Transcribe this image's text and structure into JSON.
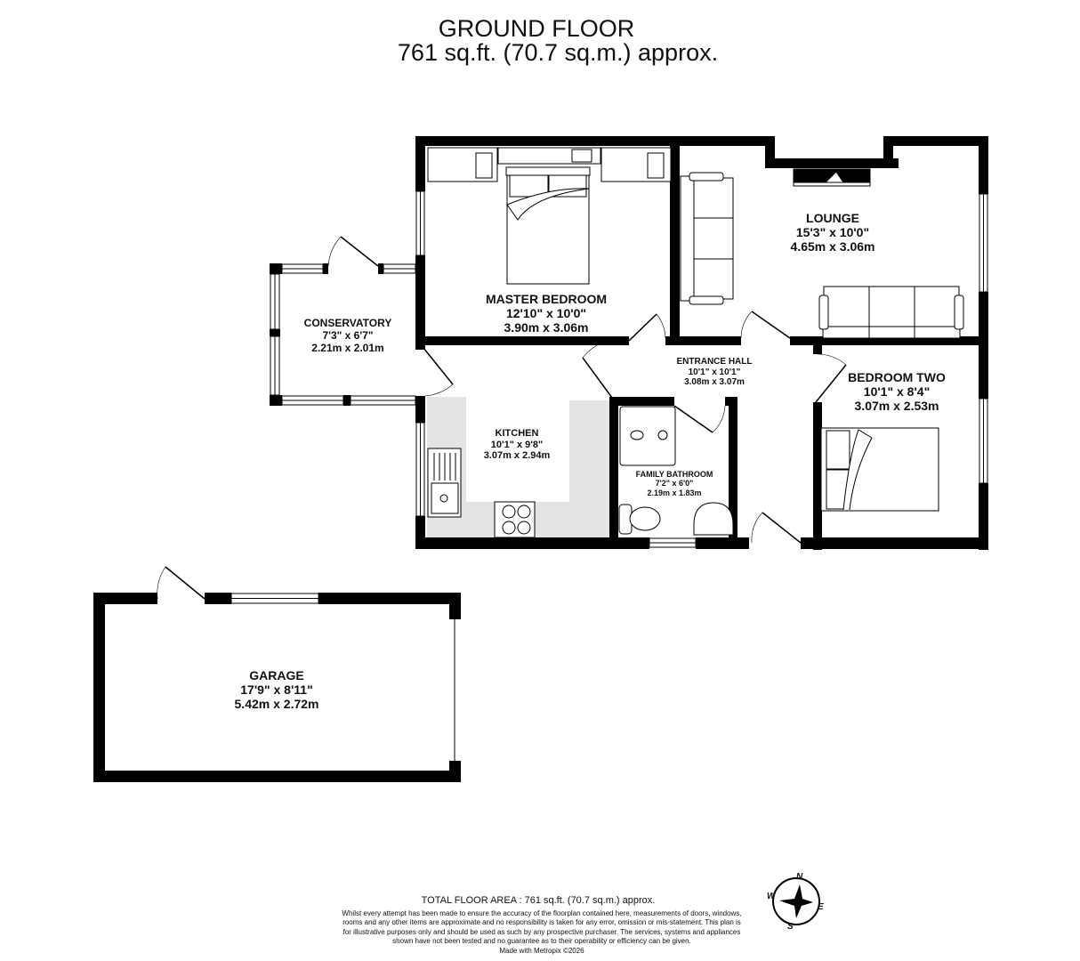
{
  "header": {
    "floor_name": "GROUND FLOOR",
    "floor_area": "761 sq.ft. (70.7 sq.m.) approx."
  },
  "rooms": {
    "master_bedroom": {
      "name": "MASTER BEDROOM",
      "imperial": "12'10\"  x 10'0\"",
      "metric": "3.90m  x 3.06m"
    },
    "lounge": {
      "name": "LOUNGE",
      "imperial": "15'3\"  x 10'0\"",
      "metric": "4.65m  x 3.06m"
    },
    "conservatory": {
      "name": "CONSERVATORY",
      "imperial": "7'3\"  x 6'7\"",
      "metric": "2.21m  x 2.01m"
    },
    "entrance_hall": {
      "name": "ENTRANCE HALL",
      "imperial": "10'1\"  x 10'1\"",
      "metric": "3.08m  x 3.07m"
    },
    "bedroom_two": {
      "name": "BEDROOM TWO",
      "imperial": "10'1\"  x 8'4\"",
      "metric": "3.07m  x 2.53m"
    },
    "kitchen": {
      "name": "KITCHEN",
      "imperial": "10'1\"  x 9'8\"",
      "metric": "3.07m  x 2.94m"
    },
    "family_bathroom": {
      "name": "FAMILY BATHROOM",
      "imperial": "7'2\"  x 6'0\"",
      "metric": "2.19m  x 1.83m"
    },
    "garage": {
      "name": "GARAGE",
      "imperial": "17'9\"  x 8'11\"",
      "metric": "5.42m  x 2.72m"
    }
  },
  "footer": {
    "total_area": "TOTAL FLOOR AREA : 761 sq.ft. (70.7 sq.m.) approx.",
    "disclaimer": "Whilst every attempt has been made to ensure the accuracy of the floorplan contained here, measurements of doors, windows, rooms and any other items are approximate and no responsibility is taken for any error, omission or mis-statement. This plan is for illustrative purposes only and should be used as such by any prospective purchaser. The services, systems and appliances shown have not been tested and no guarantee as to their operability or efficiency can be given.",
    "credit": "Made with Metropix ©2026"
  },
  "compass": {
    "n": "N",
    "e": "E",
    "s": "S",
    "w": "W"
  },
  "colors": {
    "wall": "#000000",
    "kitchen_counter": "#e4e4e4",
    "background": "#ffffff"
  }
}
